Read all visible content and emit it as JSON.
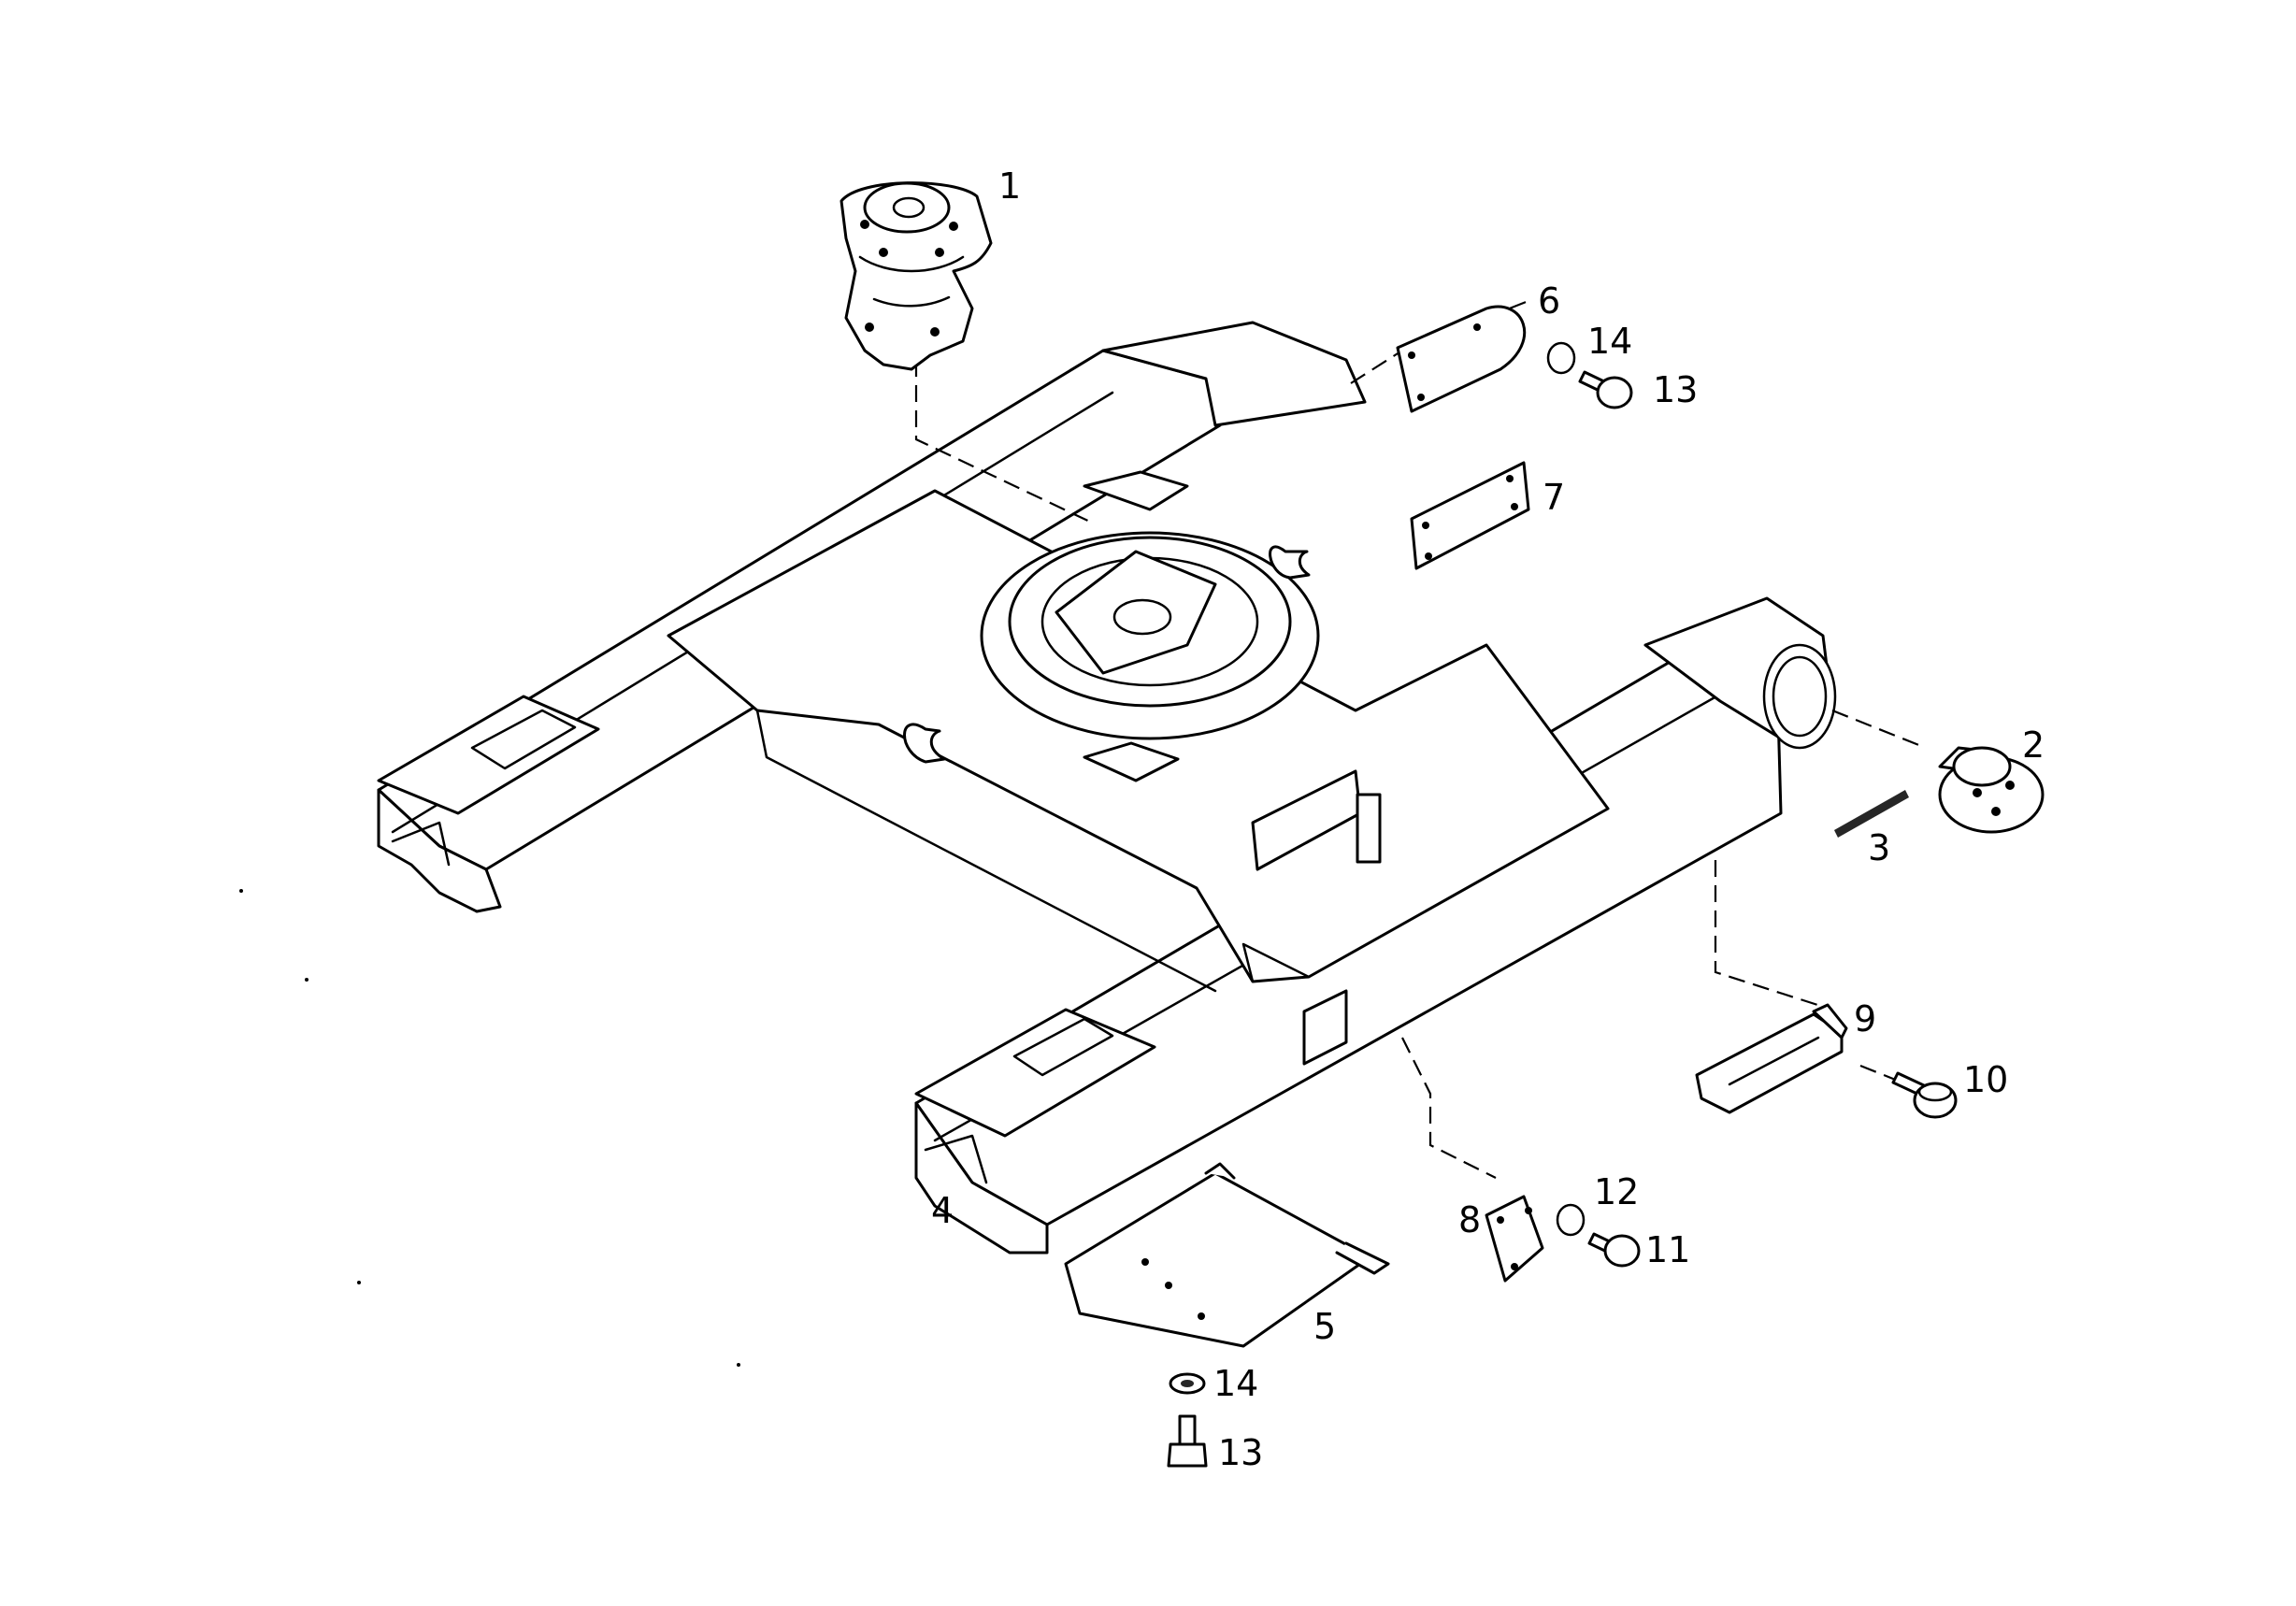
{
  "diagram": {
    "callouts": [
      {
        "id": "c1",
        "text": "1"
      },
      {
        "id": "c2",
        "text": "2"
      },
      {
        "id": "c3",
        "text": "3"
      },
      {
        "id": "c4",
        "text": "4"
      },
      {
        "id": "c5",
        "text": "5"
      },
      {
        "id": "c6",
        "text": "6"
      },
      {
        "id": "c7",
        "text": "7"
      },
      {
        "id": "c8",
        "text": "8"
      },
      {
        "id": "c9",
        "text": "9"
      },
      {
        "id": "c10",
        "text": "10"
      },
      {
        "id": "c11",
        "text": "11"
      },
      {
        "id": "c12",
        "text": "12"
      },
      {
        "id": "c13a",
        "text": "13"
      },
      {
        "id": "c14a",
        "text": "14"
      },
      {
        "id": "c13b",
        "text": "13"
      },
      {
        "id": "c14b",
        "text": "14"
      }
    ]
  }
}
